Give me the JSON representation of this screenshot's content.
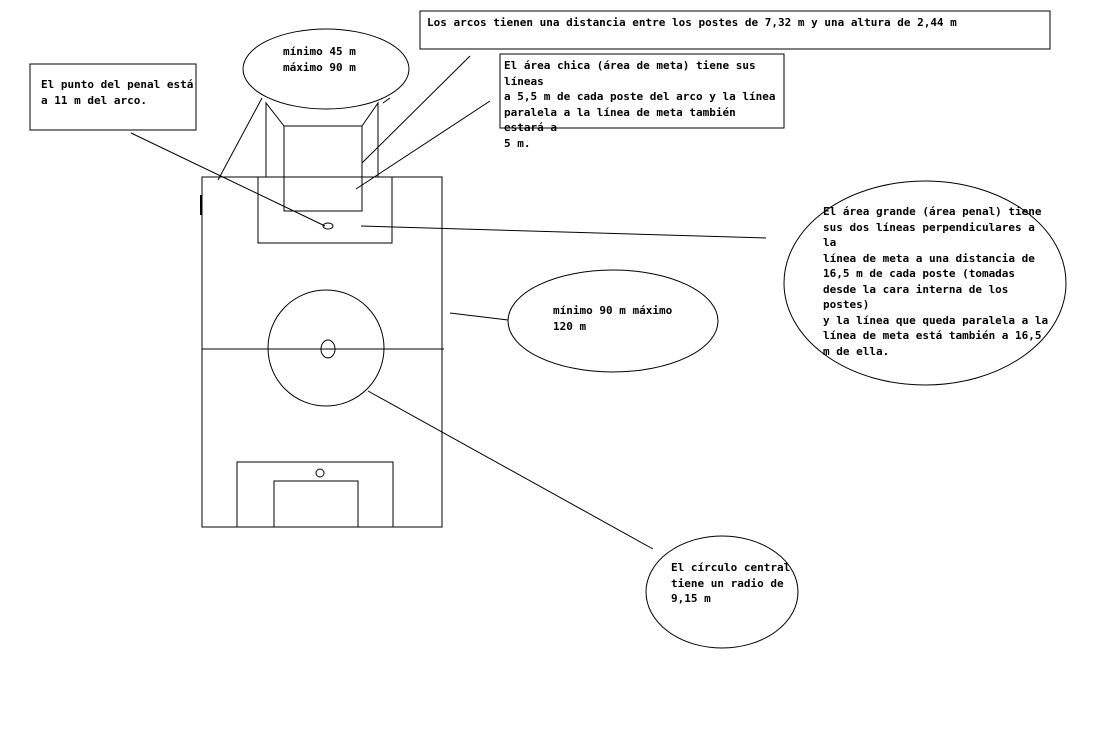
{
  "notes": {
    "goal_dimensions": "Los arcos tienen una distancia entre los postes de 7,32 m y una altura de 2,44 m",
    "field_width": "mínimo 45 m\nmáximo 90 m",
    "penalty_spot": "El punto del penal está\na 11 m del arco.",
    "goal_area": "El área chica (área de meta) tiene sus líneas\na 5,5 m de cada poste del arco y la línea\nparalela a la línea de meta también estará a\n   5 m.",
    "penalty_area": "El área grande (área penal) tiene\nsus dos líneas perpendiculares a la\nlínea de meta a una distancia de\n16,5 m de cada poste (tomadas\ndesde la cara interna de los postes)\ny la línea que queda paralela a la\nlínea de meta está también a 16,5\nm de ella.",
    "field_length": "mínimo 90 m máximo\n120 m",
    "center_circle": "El círculo central\ntiene un radio de\n9,15 m"
  },
  "colors": {
    "stroke": "#000000",
    "background": "#ffffff"
  }
}
